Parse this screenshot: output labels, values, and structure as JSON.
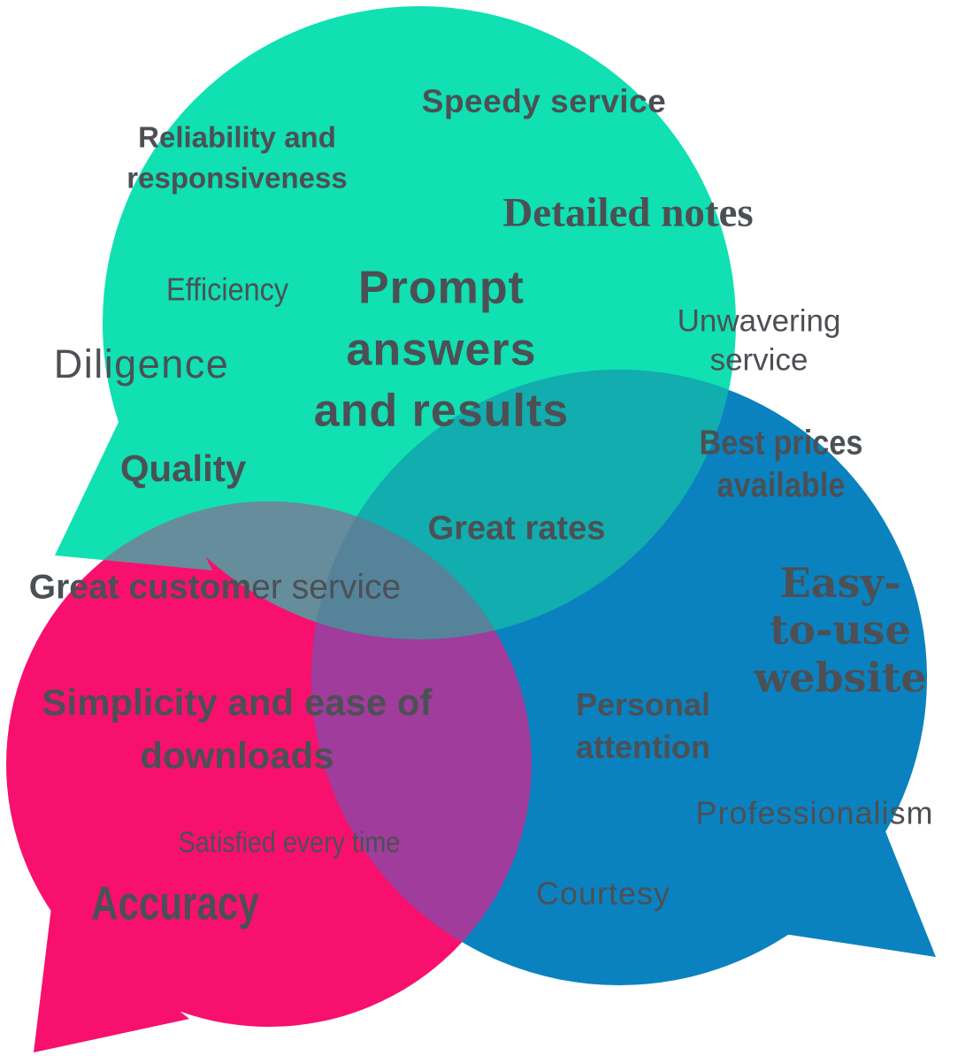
{
  "diagram": {
    "type": "venn-speech-bubble-wordcloud",
    "description": "Three overlapping speech bubbles filled with customer-feedback phrases",
    "bubbles": [
      {
        "name": "teal-bubble",
        "color": "#10E0B2",
        "tail_direction": "lower-left",
        "label_keys": [
          "speedy_service",
          "reliability",
          "detailed_notes",
          "efficiency",
          "prompt_answers",
          "diligence",
          "quality",
          "unwavering"
        ]
      },
      {
        "name": "pink-bubble",
        "color": "#F8106E",
        "tail_direction": "lower-left",
        "label_keys": [
          "great_customer",
          "simplicity",
          "satisfied",
          "accuracy"
        ]
      },
      {
        "name": "blue-bubble",
        "color": "#0A82C0",
        "tail_direction": "lower-right",
        "label_keys": [
          "best_prices",
          "easy_website",
          "personal",
          "professionalism",
          "courtesy"
        ]
      }
    ],
    "overlaps": [
      {
        "between": [
          "teal-bubble",
          "blue-bubble"
        ],
        "color": "#12ADAE",
        "label_keys": [
          "great_rates"
        ]
      },
      {
        "between": [
          "teal-bubble",
          "pink-bubble"
        ],
        "color": "#668D9B",
        "label_keys": []
      },
      {
        "between": [
          "pink-bubble",
          "blue-bubble"
        ],
        "color": "#A03C9C",
        "label_keys": []
      },
      {
        "between": [
          "teal-bubble",
          "pink-bubble",
          "blue-bubble"
        ],
        "color": "#55849A",
        "label_keys": []
      }
    ]
  },
  "colors": {
    "background": "#FFFFFF",
    "teal": "#10E0B2",
    "pink": "#F8106E",
    "blue": "#0A82C0",
    "teal_blue_overlap": "#12ADAE",
    "teal_pink_overlap": "#668D9B",
    "pink_blue_overlap": "#A03C9C",
    "triple_overlap": "#55849A",
    "text": "#4C5054"
  },
  "labels": {
    "speedy_service": {
      "text": "Speedy service"
    },
    "reliability": {
      "text": "Reliability and\nresponsiveness"
    },
    "detailed_notes": {
      "text": "Detailed notes"
    },
    "efficiency": {
      "text": "Efficiency"
    },
    "prompt_answers": {
      "text": "Prompt\nanswers\nand results"
    },
    "unwavering": {
      "text": "Unwavering service"
    },
    "diligence": {
      "text": "Diligence"
    },
    "quality": {
      "text": "Quality"
    },
    "best_prices": {
      "text": "Best prices\navailable"
    },
    "great_rates": {
      "text": "Great rates"
    },
    "great_customer": {
      "text": "Great customer service",
      "bold_part": "Great custom",
      "light_part": "er service"
    },
    "easy_website": {
      "text": "Easy-to-use\nwebsite"
    },
    "simplicity": {
      "text": "Simplicity and ease of\ndownloads"
    },
    "personal": {
      "text": "Personal\nattention"
    },
    "professionalism": {
      "text": "Professionalism"
    },
    "satisfied": {
      "text": "Satisfied every time"
    },
    "accuracy": {
      "text": "Accuracy"
    },
    "courtesy": {
      "text": "Courtesy"
    }
  }
}
